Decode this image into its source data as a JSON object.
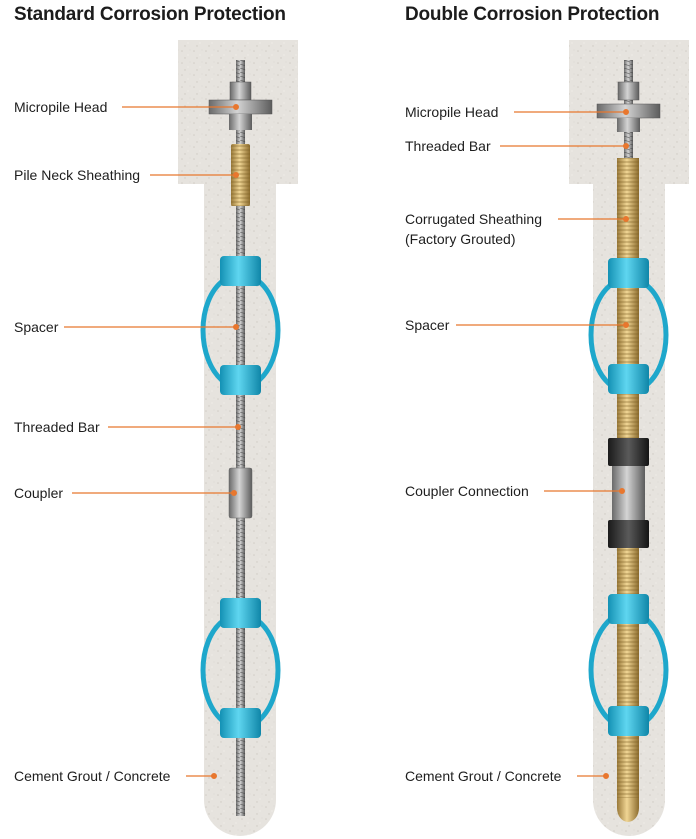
{
  "panels": [
    {
      "title": "Standard Corrosion Protection",
      "labels": [
        "Micropile Head",
        "Pile Neck Sheathing",
        "Spacer",
        "Threaded Bar",
        "Coupler",
        "Cement Grout / Concrete"
      ]
    },
    {
      "title": "Double Corrosion Protection",
      "labels": [
        "Micropile Head",
        "Threaded Bar",
        "Corrugated Sheathing",
        "(Factory Grouted)",
        "Spacer",
        "Coupler Connection",
        "Cement Grout / Concrete"
      ]
    }
  ],
  "colors": {
    "grout": "#e6e3de",
    "leader": "#e8772e",
    "spacer": "#29b6d6",
    "sheathing": "#c9a45c",
    "steel": "#8e8e8e"
  }
}
